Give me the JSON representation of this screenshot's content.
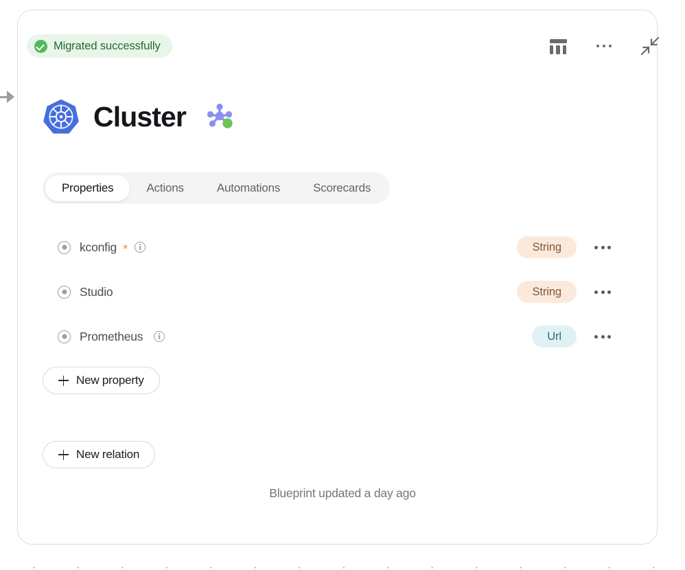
{
  "canvas": {
    "expand_handle_icon": "arrow-right-icon"
  },
  "status": {
    "icon": "check-circle-icon",
    "label": "Migrated successfully",
    "bg_color": "#e8f6e9",
    "text_color": "#26672c",
    "accent_color": "#54b75c"
  },
  "header_actions": [
    {
      "name": "table-view-button",
      "icon": "table-icon"
    },
    {
      "name": "more-options-button",
      "icon": "ellipsis-icon"
    },
    {
      "name": "collapse-button",
      "icon": "collapse-arrows-icon"
    }
  ],
  "title": {
    "text": "Cluster",
    "logo_icon": "kubernetes-logo-icon",
    "graph_icon": "node-graph-icon",
    "logo_color": "#456ede",
    "graph_node_color": "#8b8ef0",
    "graph_accent_color": "#6cc45a"
  },
  "tabs": [
    {
      "label": "Properties",
      "active": true
    },
    {
      "label": "Actions",
      "active": false
    },
    {
      "label": "Automations",
      "active": false
    },
    {
      "label": "Scorecards",
      "active": false
    }
  ],
  "properties": [
    {
      "name": "kconfig",
      "required": true,
      "required_marker": "*",
      "has_info": true,
      "type": "String",
      "type_style": "badge-string",
      "menu_icon": "ellipsis-icon"
    },
    {
      "name": "Studio",
      "required": false,
      "required_marker": "",
      "has_info": false,
      "type": "String",
      "type_style": "badge-string",
      "menu_icon": "ellipsis-icon"
    },
    {
      "name": "Prometheus",
      "required": false,
      "required_marker": "",
      "has_info": true,
      "type": "Url",
      "type_style": "badge-url",
      "menu_icon": "ellipsis-icon"
    }
  ],
  "buttons": {
    "new_property": "New property",
    "new_relation": "New relation"
  },
  "footer": {
    "note": "Blueprint updated a day ago"
  },
  "colors": {
    "badge_string_bg": "#fbeadc",
    "badge_string_text": "#84543a",
    "badge_url_bg": "#dff2f3",
    "badge_url_text": "#2f6b72",
    "required_star": "#f08a33"
  }
}
